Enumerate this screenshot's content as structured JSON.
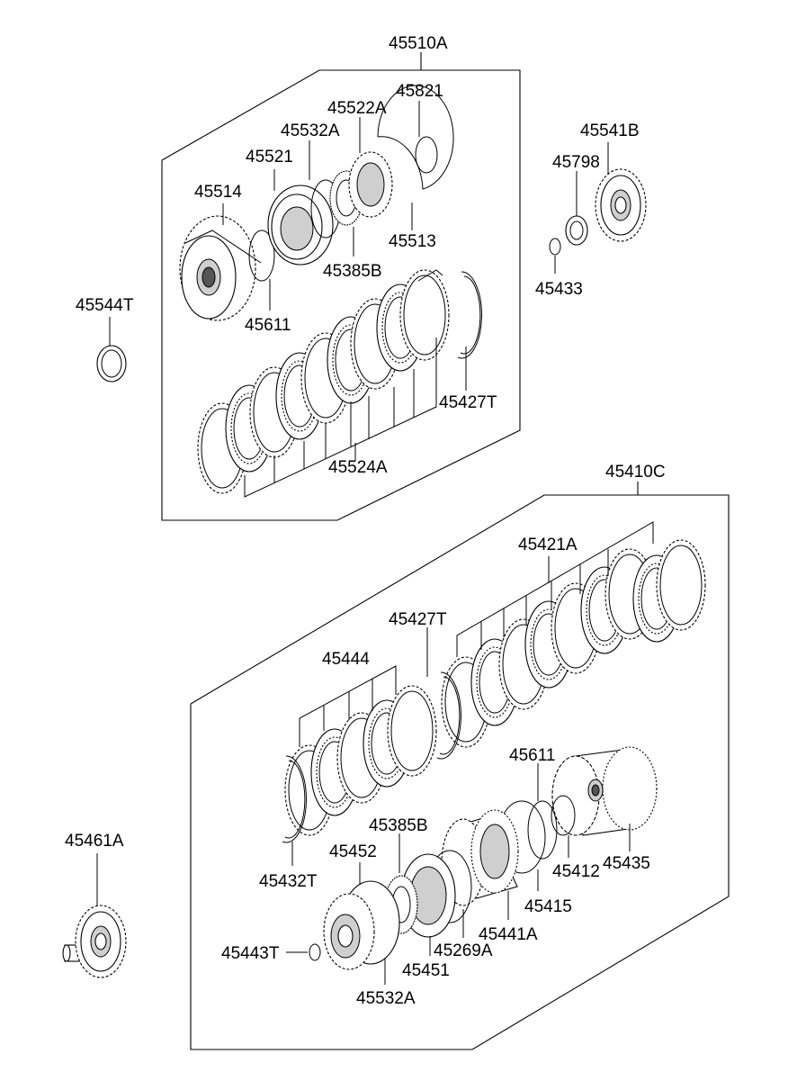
{
  "labels": {
    "g45510A": "45510A",
    "p45821": "45821",
    "p45522A": "45522A",
    "p45532A_top": "45532A",
    "p45521": "45521",
    "p45514": "45514",
    "p45513": "45513",
    "p45385B_top": "45385B",
    "p45611_top": "45611",
    "p45427T_top": "45427T",
    "p45524A": "45524A",
    "p45544T": "45544T",
    "p45541B": "45541B",
    "p45798": "45798",
    "p45433": "45433",
    "g45410C": "45410C",
    "p45421A": "45421A",
    "p45427T_mid": "45427T",
    "p45444": "45444",
    "p45611_mid": "45611",
    "p45385B_mid": "45385B",
    "p45452": "45452",
    "p45432T": "45432T",
    "p45412": "45412",
    "p45435": "45435",
    "p45415": "45415",
    "p45441A": "45441A",
    "p45269A": "45269A",
    "p45451": "45451",
    "p45443T": "45443T",
    "p45532A_bot": "45532A",
    "p45461A": "45461A"
  }
}
